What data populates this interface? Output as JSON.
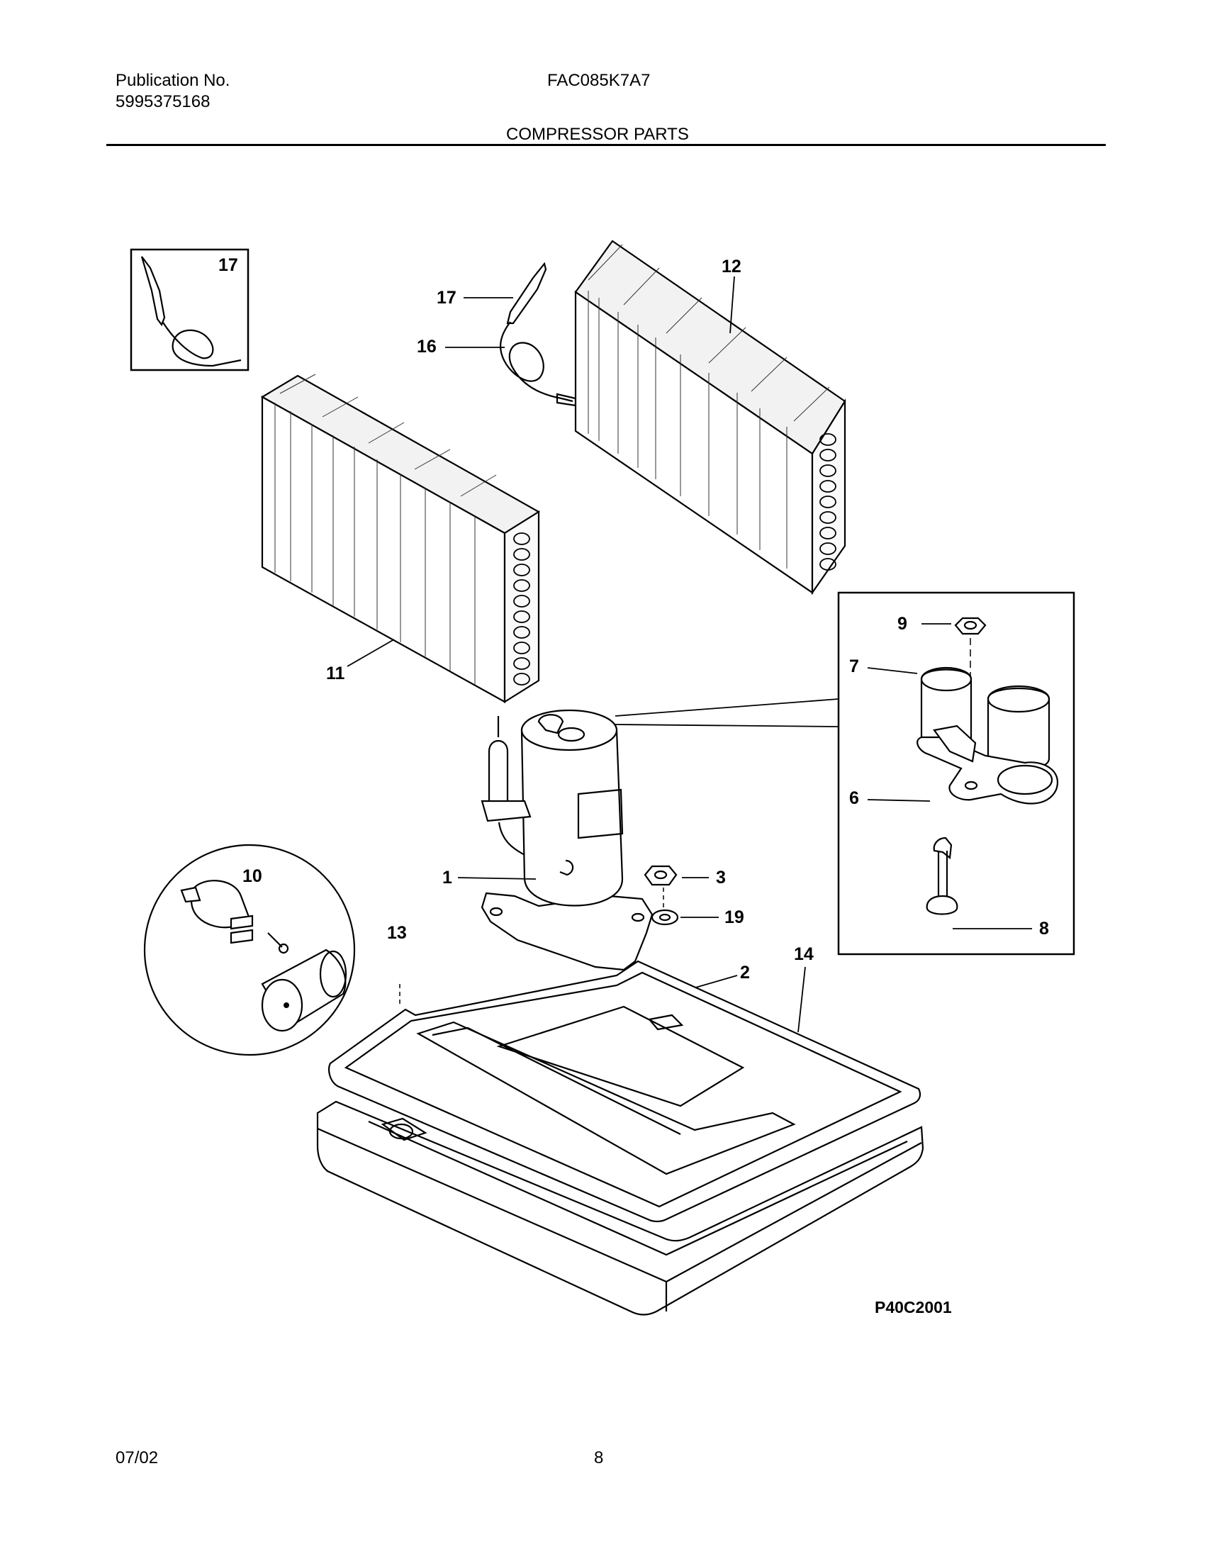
{
  "header": {
    "publication_label": "Publication No.",
    "publication_number": "5995375168",
    "model": "FAC085K7A7",
    "section_title": "COMPRESSOR PARTS"
  },
  "diagram": {
    "drawing_code": "P40C2001",
    "callouts": {
      "c17_inset": "17",
      "c17": "17",
      "c16": "16",
      "c12": "12",
      "c11": "11",
      "c9": "9",
      "c7": "7",
      "c6": "6",
      "c8": "8",
      "c10": "10",
      "c13": "13",
      "c1": "1",
      "c3": "3",
      "c19": "19",
      "c2": "2",
      "c14": "14"
    }
  },
  "footer": {
    "date": "07/02",
    "page_number": "8"
  }
}
